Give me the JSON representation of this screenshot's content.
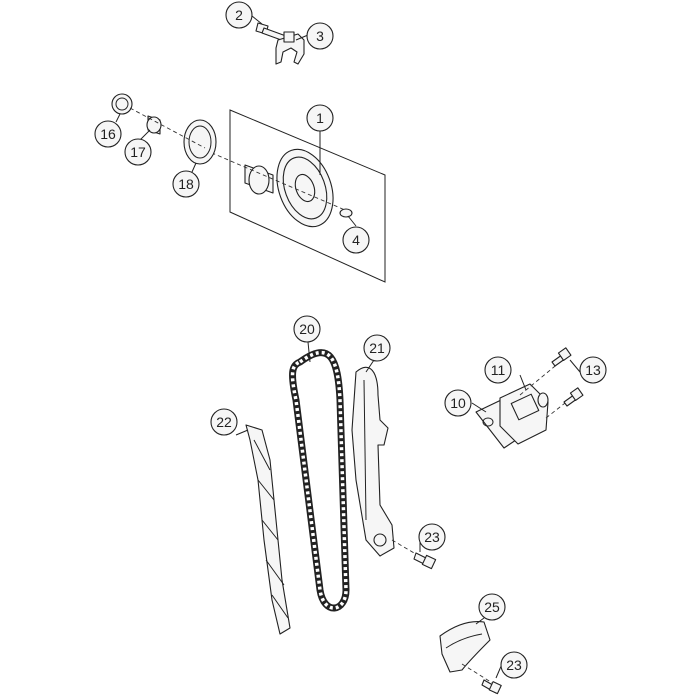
{
  "diagram": {
    "callouts": [
      {
        "id": "c2",
        "label": "2"
      },
      {
        "id": "c3",
        "label": "3"
      },
      {
        "id": "c1",
        "label": "1"
      },
      {
        "id": "c16",
        "label": "16"
      },
      {
        "id": "c17",
        "label": "17"
      },
      {
        "id": "c18",
        "label": "18"
      },
      {
        "id": "c4",
        "label": "4"
      },
      {
        "id": "c20",
        "label": "20"
      },
      {
        "id": "c21",
        "label": "21"
      },
      {
        "id": "c22",
        "label": "22"
      },
      {
        "id": "c11",
        "label": "11"
      },
      {
        "id": "c13",
        "label": "13"
      },
      {
        "id": "c10",
        "label": "10"
      },
      {
        "id": "c23a",
        "label": "23"
      },
      {
        "id": "c25",
        "label": "25"
      },
      {
        "id": "c23b",
        "label": "23"
      }
    ]
  },
  "colors": {
    "line": "#222222",
    "fill": "#f6f6f6",
    "background": "#ffffff"
  }
}
